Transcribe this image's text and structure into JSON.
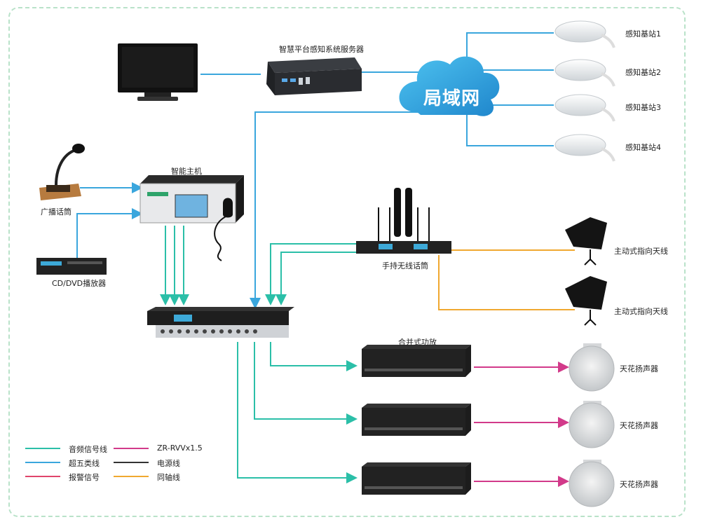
{
  "cloud": {
    "label": "局域网"
  },
  "devices": {
    "server": "智慧平台感知系统服务器",
    "host": "智能主机",
    "mic": "广播话筒",
    "cd": "CD/DVD播放器",
    "wireless": "手持无线话筒",
    "amp": "合并式功放"
  },
  "stations": [
    "感知基站1",
    "感知基站2",
    "感知基站3",
    "感知基站4"
  ],
  "antennas": [
    "主动式指向天线",
    "主动式指向天线"
  ],
  "speakers": [
    "天花扬声器",
    "天花扬声器",
    "天花扬声器"
  ],
  "legend": [
    {
      "label": "音频信号线",
      "color": "#2bbfa8"
    },
    {
      "label": "超五类线",
      "color": "#3aa6dd"
    },
    {
      "label": "报警信号",
      "color": "#e0456b"
    },
    {
      "label": "ZR-RVVx1.5",
      "color": "#d23a8a"
    },
    {
      "label": "电源线",
      "color": "#333333"
    },
    {
      "label": "同轴线",
      "color": "#f0a830"
    }
  ],
  "colors": {
    "audio": "#2bbfa8",
    "cat5": "#3aa6dd",
    "alarm": "#e0456b",
    "power_cable": "#d23a8a",
    "coax": "#f0a830",
    "frame": "#b9e2c9"
  }
}
